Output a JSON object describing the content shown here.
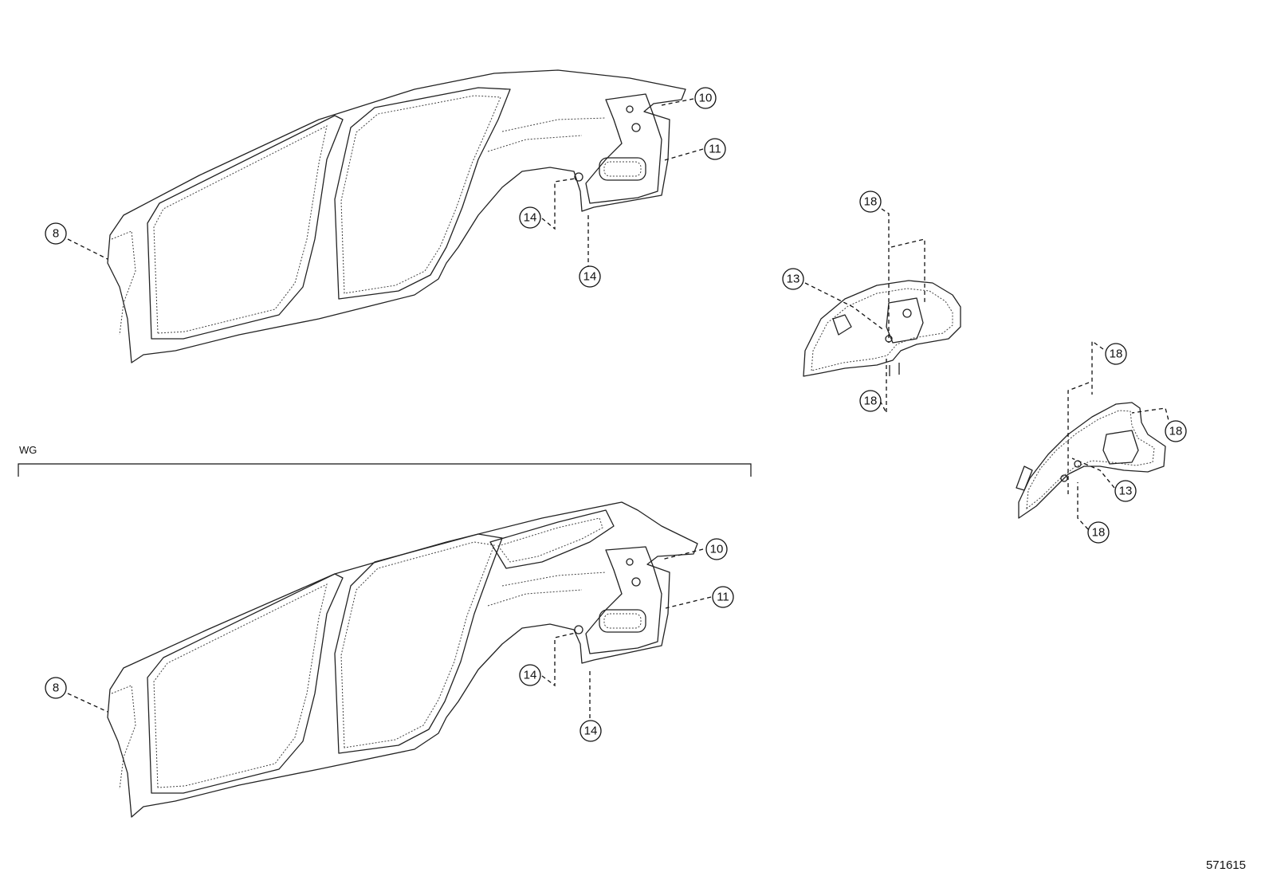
{
  "section_label": "WG",
  "diagram_id": "571615",
  "callouts": {
    "top_8": "8",
    "top_10": "10",
    "top_11": "11",
    "top_14a": "14",
    "top_14b": "14",
    "bot_8": "8",
    "bot_10": "10",
    "bot_11": "11",
    "bot_14a": "14",
    "bot_14b": "14",
    "mid_18a": "18",
    "mid_13": "13",
    "mid_18b": "18",
    "right_18a": "18",
    "right_18b": "18",
    "right_13": "13",
    "right_18c": "18"
  }
}
